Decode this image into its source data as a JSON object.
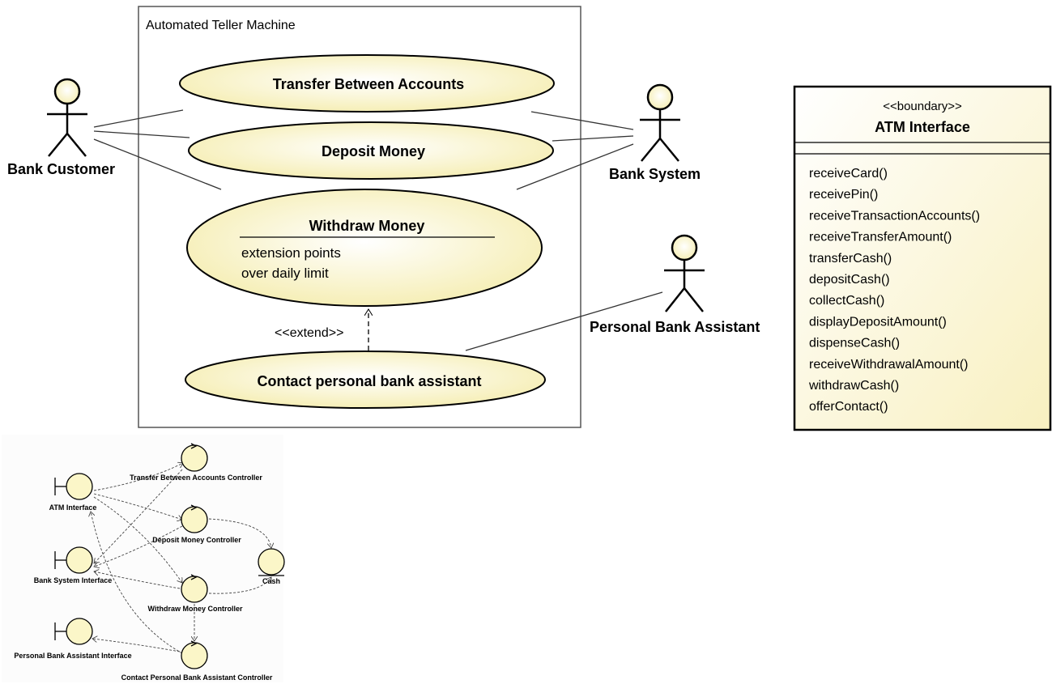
{
  "system_boundary": {
    "title": "Automated Teller Machine"
  },
  "use_cases": {
    "transfer": "Transfer Between Accounts",
    "deposit": "Deposit Money",
    "withdraw": "Withdraw Money",
    "withdraw_extension_header": "extension points",
    "withdraw_extension_point": "over daily limit",
    "contact": "Contact personal bank assistant",
    "extend_label": "<<extend>>"
  },
  "actors": {
    "bank_customer": "Bank Customer",
    "bank_system": "Bank System",
    "personal_bank_assistant": "Personal Bank Assistant"
  },
  "class_box": {
    "stereotype": "<<boundary>>",
    "name": "ATM Interface",
    "operations": [
      "receiveCard()",
      "receivePin()",
      "receiveTransactionAccounts()",
      "receiveTransferAmount()",
      "transferCash()",
      "depositCash()",
      "collectCash()",
      "displayDepositAmount()",
      "dispenseCash()",
      "receiveWithdrawalAmount()",
      "withdrawCash()",
      "offerContact()"
    ]
  },
  "robustness": {
    "atm_interface": "ATM Interface",
    "bank_system_interface": "Bank System Interface",
    "personal_bank_assistant_interface": "Personal Bank Assistant Interface",
    "transfer_controller": "Transfer Between Accounts Controller",
    "deposit_controller": "Deposit Money Controller",
    "withdraw_controller": "Withdraw Money Controller",
    "contact_controller": "Contact Personal Bank Assistant Controller",
    "cash_entity": "Cash"
  },
  "colors": {
    "element_fill": "#fbf6c8",
    "outline": "#000000",
    "boundary_line": "#555555"
  }
}
